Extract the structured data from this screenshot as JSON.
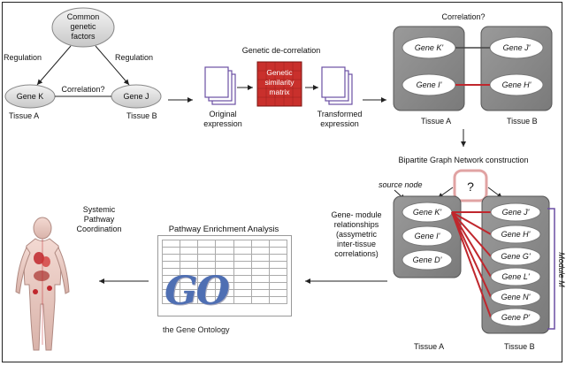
{
  "top_left": {
    "factors": [
      "Common",
      "genetic",
      "factors"
    ],
    "regulation_left": "Regulation",
    "regulation_right": "Regulation",
    "gene_k": "Gene K",
    "gene_j": "Gene J",
    "correlation": "Correlation?",
    "tissue_a": "Tissue A",
    "tissue_b": "Tissue B"
  },
  "top_middle": {
    "title": "Genetic de-correlation",
    "matrix": [
      "Genetic",
      "similarity",
      "matrix"
    ],
    "original": [
      "Original",
      "expression"
    ],
    "transformed": [
      "Transformed",
      "expression"
    ]
  },
  "top_right": {
    "title": "Correlation?",
    "gene_k": "Gene K'",
    "gene_i": "Gene I'",
    "gene_j": "Gene J'",
    "gene_h": "Gene H'",
    "tissue_a": "Tissue A",
    "tissue_b": "Tissue B"
  },
  "bipartite": {
    "title": "Bipartite Graph Network construction",
    "source_node": "source node",
    "question": "?",
    "relationships": [
      "Gene- module",
      "relationships",
      "(assymetric",
      "inter-tissue",
      "correlations)"
    ],
    "left_genes": [
      "Gene K'",
      "Gene I'",
      "Gene D'"
    ],
    "right_genes": [
      "Gene J'",
      "Gene H'",
      "Gene G'",
      "Gene L'",
      "Gene N'",
      "Gene P'"
    ],
    "module": "Module M",
    "tissue_a": "Tissue A",
    "tissue_b": "Tissue B"
  },
  "pathway": {
    "title": "Pathway Enrichment Analysis",
    "go_logo": "GO",
    "go_sub": "the Gene Ontology"
  },
  "systemic": [
    "Systemic",
    "Pathway",
    "Coordination"
  ],
  "colors": {
    "red": "#c0272d",
    "purple": "#6b4fa3",
    "gray": "#8c8c8c"
  }
}
